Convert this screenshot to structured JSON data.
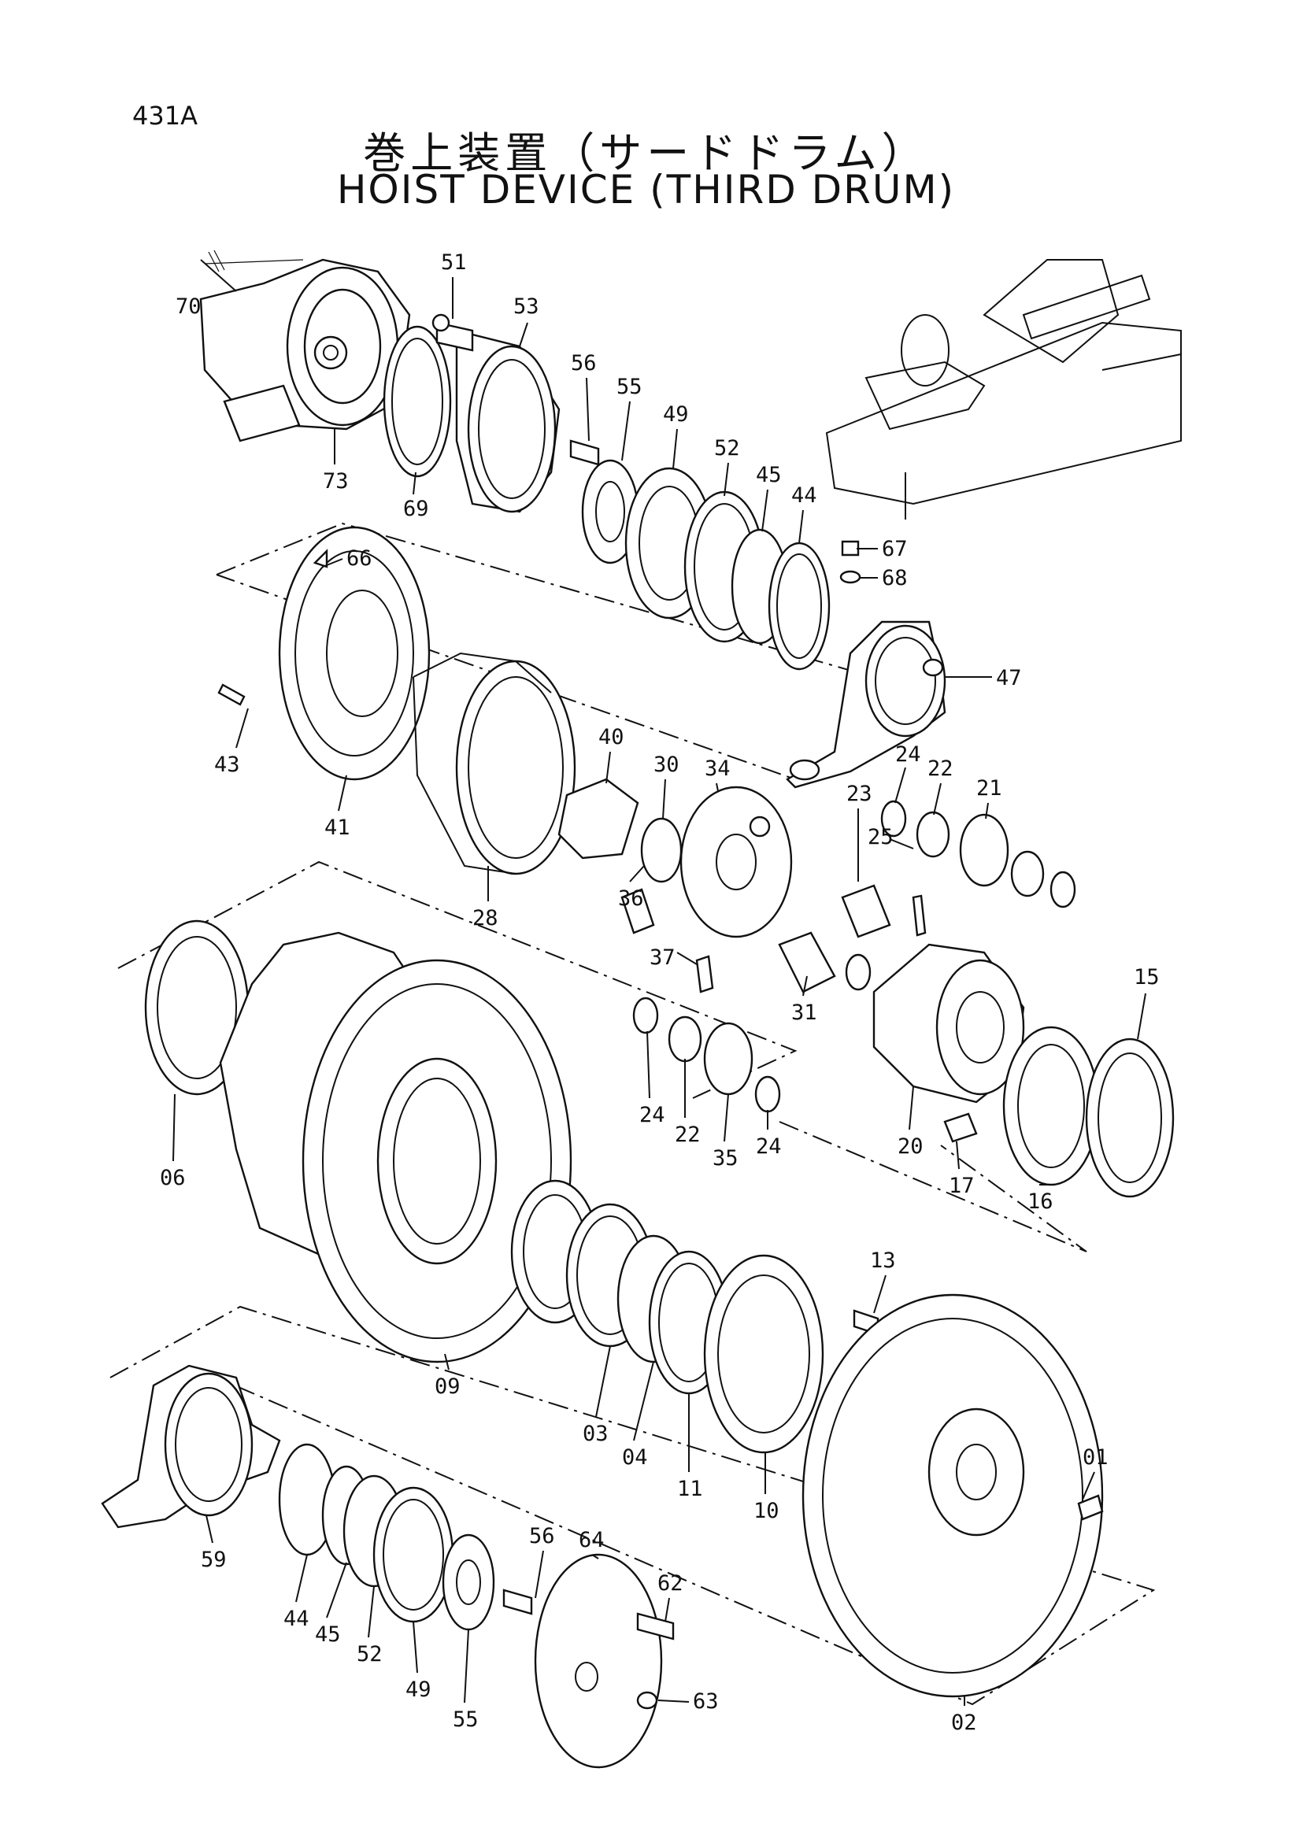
{
  "header": {
    "page_code": "431A",
    "title_ja": "巻上装置（サードドラム）",
    "title_en": "HOIST DEVICE (THIRD DRUM)"
  },
  "callouts": [
    "70",
    "51",
    "53",
    "56",
    "55",
    "49",
    "52",
    "45",
    "44",
    "67",
    "68",
    "66",
    "47",
    "73",
    "69",
    "43",
    "41",
    "28",
    "40",
    "30",
    "34",
    "24",
    "22",
    "21",
    "23",
    "25",
    "36",
    "37",
    "31",
    "06",
    "09",
    "24",
    "22",
    "35",
    "24",
    "20",
    "15",
    "17",
    "16",
    "13",
    "03",
    "04",
    "11",
    "10",
    "01",
    "59",
    "44",
    "45",
    "52",
    "49",
    "55",
    "56",
    "64",
    "62",
    "63",
    "02"
  ]
}
